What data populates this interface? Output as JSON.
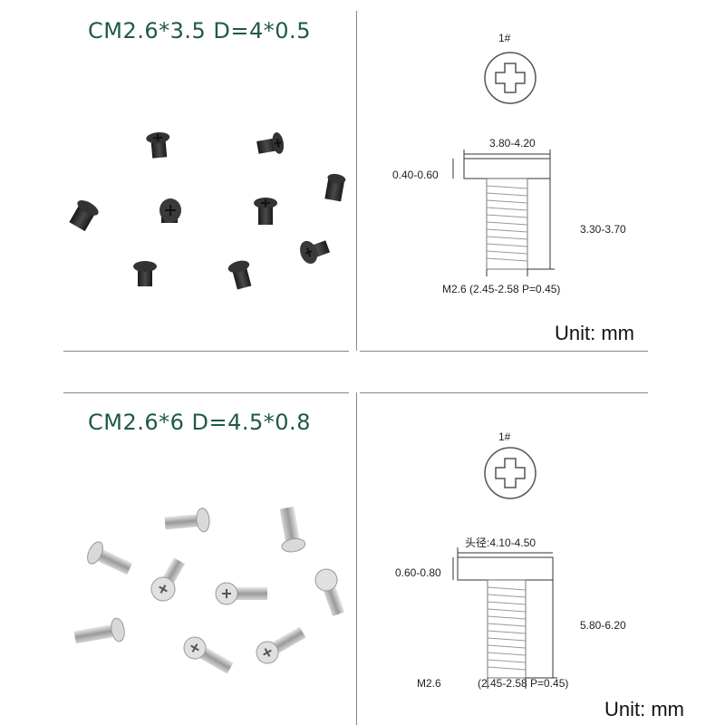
{
  "colors": {
    "title": "#1f5a43",
    "black_screw": "#2b2b2b",
    "silver_screw": "#c9c9c9",
    "line": "#888888"
  },
  "top": {
    "title": "CM2.6*3.5 D=4*0.5",
    "drawing": {
      "drive_label": "1#",
      "head_diameter": "3.80-4.20",
      "head_thickness": "0.40-0.60",
      "length": "3.30-3.70",
      "thread": "M2.6 (2.45-2.58 P=0.45)",
      "unit": "Unit: mm"
    }
  },
  "bottom": {
    "title": "CM2.6*6 D=4.5*0.8",
    "drawing": {
      "drive_label": "1#",
      "head_diameter": "头径:4.10-4.50",
      "head_thickness": "0.60-0.80",
      "length": "5.80-6.20",
      "thread_name": "M2.6",
      "thread_spec": "(2.45-2.58 P=0.45)",
      "unit": "Unit: mm"
    }
  }
}
